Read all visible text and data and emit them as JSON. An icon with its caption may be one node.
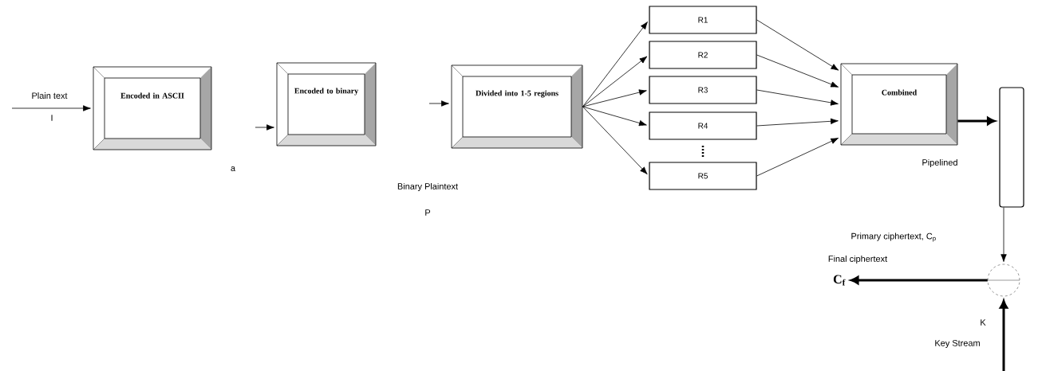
{
  "diagram": {
    "nodes": [
      {
        "text": [
          "Encoded in ASCII"
        ]
      },
      {
        "text": [
          "Encoded to binary"
        ]
      },
      {
        "text": [
          "Divided into 1-5 regions"
        ]
      },
      {
        "text": [
          "R1"
        ]
      },
      {
        "text": [
          "R2"
        ]
      },
      {
        "text": [
          "R3"
        ]
      },
      {
        "text": [
          "R4"
        ]
      },
      {
        "text": [
          "R5"
        ]
      },
      {
        "text": [
          "Combined"
        ]
      },
      {
        "text": [],
        "shape": "bar"
      },
      {
        "text": [],
        "shape": "circle"
      },
      {
        "text": [
          "C$_{f}$"
        ]
      }
    ],
    "edges": [
      {
        "from": null,
        "to": 0,
        "arrow": "to"
      },
      {
        "from": null,
        "to": 1,
        "arrow": "to"
      },
      {
        "from": null,
        "to": 2,
        "arrow": "to"
      },
      {
        "from": 2,
        "to": 3,
        "arrow": "to"
      },
      {
        "from": 2,
        "to": 4,
        "arrow": "to"
      },
      {
        "from": 2,
        "to": 5,
        "arrow": "to"
      },
      {
        "from": 2,
        "to": 6,
        "arrow": "to"
      },
      {
        "from": 2,
        "to": 7,
        "arrow": "to"
      },
      {
        "from": 3,
        "to": 8,
        "arrow": "to"
      },
      {
        "from": 4,
        "to": 8,
        "arrow": "to"
      },
      {
        "from": 5,
        "to": 8,
        "arrow": "to"
      },
      {
        "from": 6,
        "to": 8,
        "arrow": "to"
      },
      {
        "from": 7,
        "to": 8,
        "arrow": "to"
      },
      {
        "from": 8,
        "to": 9,
        "arrow": "to",
        "style": "thick"
      },
      {
        "from": 9,
        "to": 10,
        "arrow": "to"
      },
      {
        "from": 10,
        "to": 11,
        "arrow": "to",
        "style": "thick"
      },
      {
        "from": null,
        "to": 10,
        "arrow": "to",
        "style": "thick"
      }
    ],
    "labels": [
      "Plain text",
      "I",
      "a",
      "Binary Plaintext",
      "P",
      "Pipelined",
      "Primary ciphertext, C$_{p}$",
      "Final ciphertext",
      "K",
      "Key Stream"
    ]
  }
}
